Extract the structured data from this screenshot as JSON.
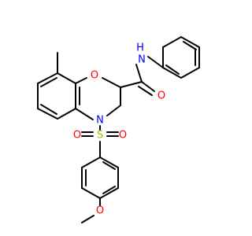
{
  "atoms": {
    "ring_oxygen": "O",
    "amide_oxygen": "O",
    "amide_nitrogen": "N",
    "amide_hydrogen": "H",
    "ring_nitrogen": "N",
    "sulfur": "S",
    "sulfonyl_oxygen_left": "O",
    "sulfonyl_oxygen_right": "O",
    "methoxy_oxygen": "O"
  },
  "colors": {
    "bond": "#000000",
    "oxygen": "#ff0000",
    "nitrogen": "#0000ff",
    "sulfur": "#b2b200"
  }
}
